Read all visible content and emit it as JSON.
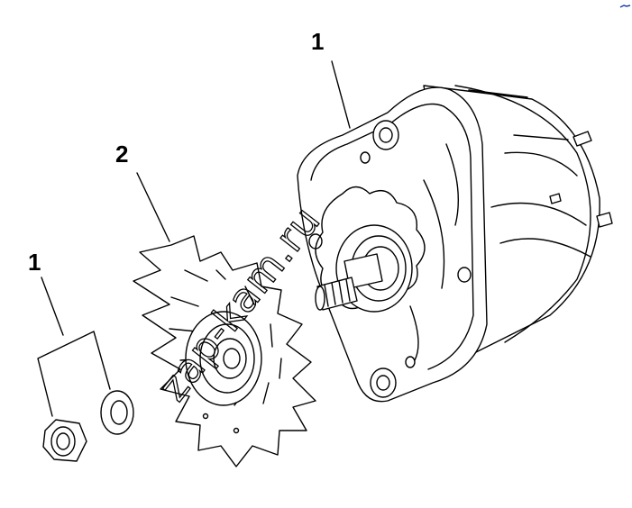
{
  "callouts": {
    "alternator": "1",
    "fan": "2",
    "nut_washer": "1"
  },
  "watermark": "zap-kam.ru",
  "colors": {
    "line": "#000000",
    "background": "#ffffff",
    "mark": "#1a3fb0"
  }
}
